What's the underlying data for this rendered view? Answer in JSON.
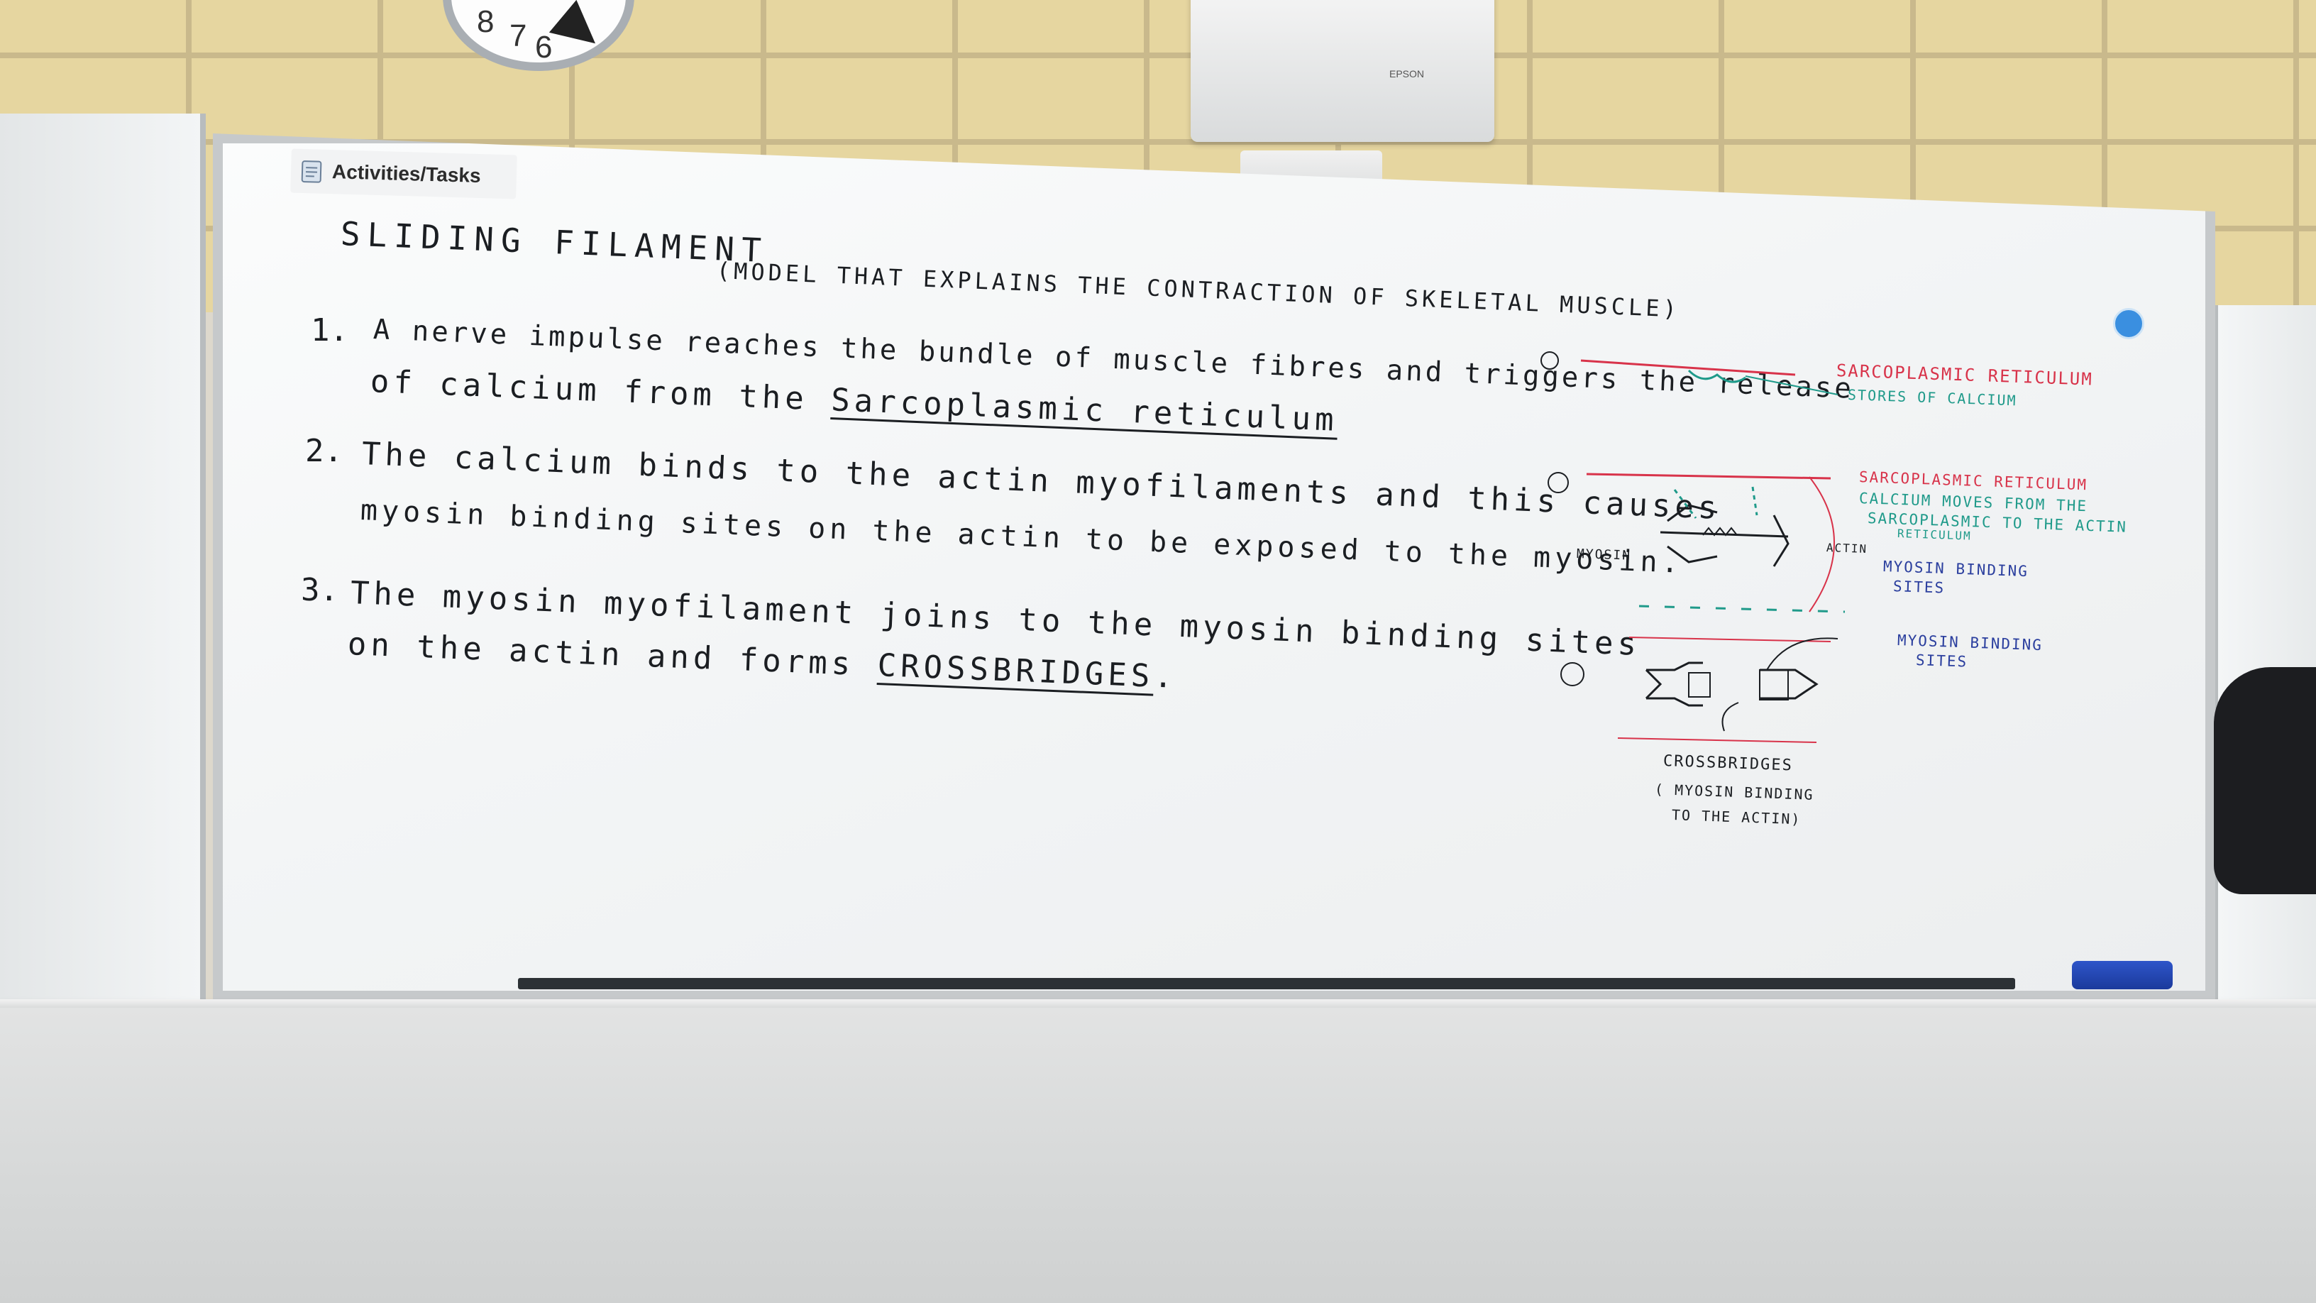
{
  "scene": {
    "label_tag": "Activities/Tasks",
    "projector_brand": "EPSON",
    "clock_numbers": [
      "8",
      "7",
      "6"
    ]
  },
  "board": {
    "title": "SLIDING FILAMENT",
    "subtitle": "(MODEL THAT EXPLAINS THE CONTRACTION OF SKELETAL MUSCLE)",
    "steps": [
      {
        "number": "1.",
        "line1": "A nerve impulse reaches the bundle of muscle fibres and triggers the release",
        "line2_pre": "of calcium from the",
        "line2_underlined": "Sarcoplasmic reticulum"
      },
      {
        "number": "2.",
        "line1": "The calcium binds to the actin myofilaments and this causes",
        "line2": "myosin binding sites on the actin to be exposed to the myosin."
      },
      {
        "number": "3.",
        "line1": "The myosin myofilament joins to the myosin binding sites",
        "line2_pre": "on the actin and forms",
        "line2_underlined": "CROSSBRIDGES",
        "line2_post": "."
      }
    ],
    "diagram": {
      "step_markers": [
        "①",
        "②",
        "③"
      ],
      "d1_label1": "SARCOPLASMIC RETICULUM",
      "d1_label2": "STORES OF CALCIUM",
      "d2_label1": "SARCOPLASMIC RETICULUM",
      "d2_label2": "CALCIUM MOVES FROM THE",
      "d2_label3": "SARCOPLASMIC TO THE ACTIN",
      "d2_label4": "RETICULUM",
      "d2_myosin": "MYOSIN",
      "d2_actin": "ACTIN",
      "d2_label5": "MYOSIN BINDING",
      "d2_label6": "SITES",
      "d3_label1": "MYOSIN BINDING",
      "d3_label2": "SITES",
      "d3_label3": "CROSSBRIDGES",
      "d3_label4": "( MYOSIN BINDING",
      "d3_label5": "TO THE ACTIN)"
    },
    "colors": {
      "marker_black": "#1b1e22",
      "marker_red": "#d8334a",
      "marker_teal": "#1f9a8a",
      "marker_blue": "#2b3f9e"
    }
  }
}
